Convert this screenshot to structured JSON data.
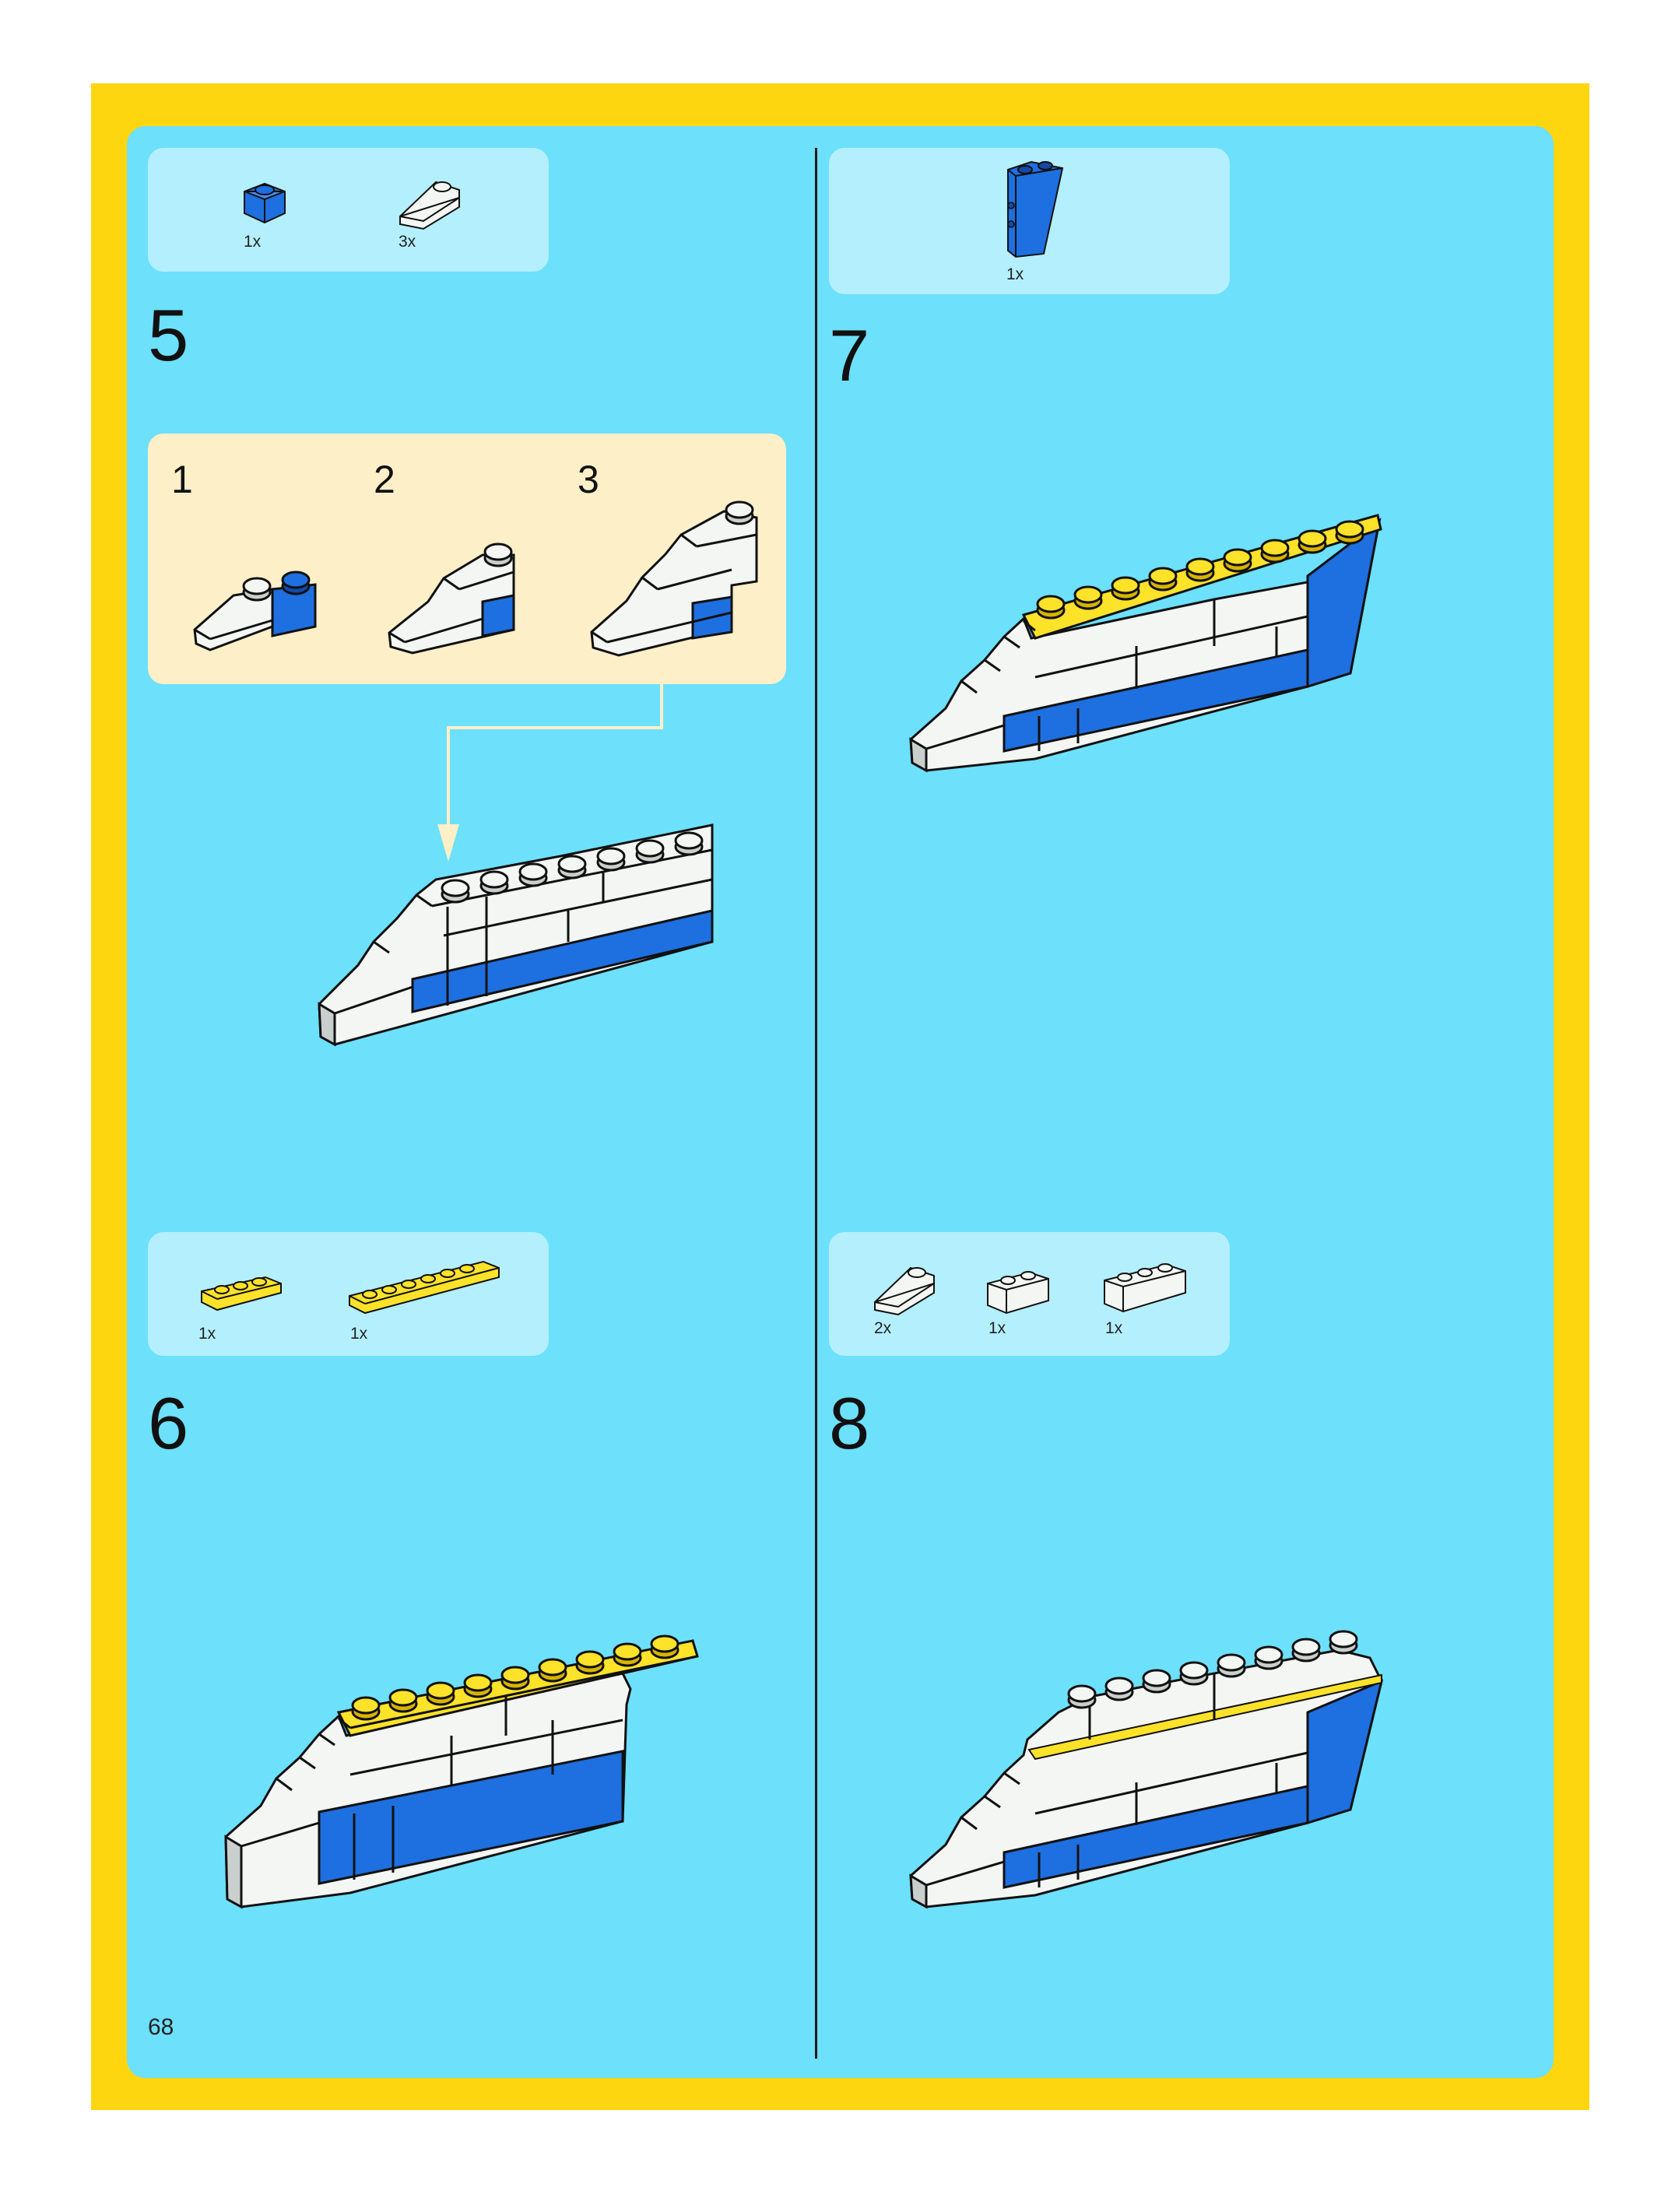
{
  "page_number": "68",
  "colors": {
    "frame": "#fdd60f",
    "background": "#6de0fc",
    "parts_box": "#b4effd",
    "substep_box": "#fdefc8",
    "brick_white": "#f4f6f4",
    "brick_blue": "#1e6fe0",
    "brick_yellow": "#fde22a"
  },
  "steps": [
    {
      "number": "5",
      "parts": [
        {
          "icon": "blue-1x1-brick-icon",
          "qty": "1x"
        },
        {
          "icon": "white-slope-1x2-icon",
          "qty": "3x"
        }
      ],
      "substeps": [
        "1",
        "2",
        "3"
      ]
    },
    {
      "number": "6",
      "parts": [
        {
          "icon": "yellow-plate-1x3-icon",
          "qty": "1x"
        },
        {
          "icon": "yellow-plate-1x6-icon",
          "qty": "1x"
        }
      ]
    },
    {
      "number": "7",
      "parts": [
        {
          "icon": "blue-inverted-slope-icon",
          "qty": "1x"
        }
      ]
    },
    {
      "number": "8",
      "parts": [
        {
          "icon": "white-slope-1x2-icon",
          "qty": "2x"
        },
        {
          "icon": "white-brick-1x2-icon",
          "qty": "1x"
        },
        {
          "icon": "white-brick-1x3-icon",
          "qty": "1x"
        }
      ]
    }
  ]
}
